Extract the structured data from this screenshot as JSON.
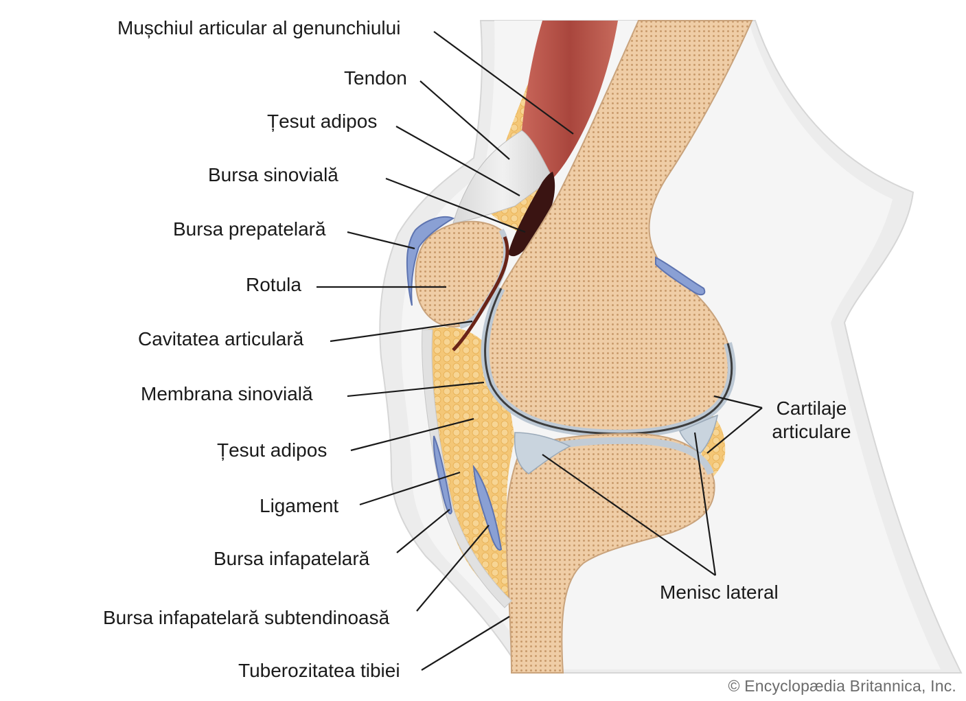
{
  "labels": {
    "muschiul_articular": "Mușchiul articular al genunchiului",
    "tendon": "Tendon",
    "tesut_adipos_1": "Țesut adipos",
    "bursa_sinoviala": "Bursa sinovială",
    "bursa_prepatelara": "Bursa prepatelară",
    "rotula": "Rotula",
    "cavitatea_articulara": "Cavitatea articulară",
    "membrana_sinoviala": "Membrana sinovială",
    "tesut_adipos_2": "Țesut adipos",
    "ligament": "Ligament",
    "bursa_infapatelara": "Bursa infapatelară",
    "bursa_infapatelara_subtendinoasa": "Bursa infapatelară subtendinoasă",
    "tuberozitatea_tibiei": "Tuberozitatea tibiei",
    "cartilaje_line1": "Cartilaje",
    "cartilaje_line2": "articulare",
    "menisc_lateral": "Menisc lateral"
  },
  "credit": "© Encyclopædia Britannica, Inc.",
  "colors": {
    "bone": "#ecc9a0",
    "bone_dot": "#c99e72",
    "cartilage": "#c9d3dc",
    "fat": "#f3c36f",
    "muscle": "#b9544a",
    "bursa": "#7d95cc",
    "skin": "#eeeeee",
    "leader": "#1a1a1a"
  }
}
